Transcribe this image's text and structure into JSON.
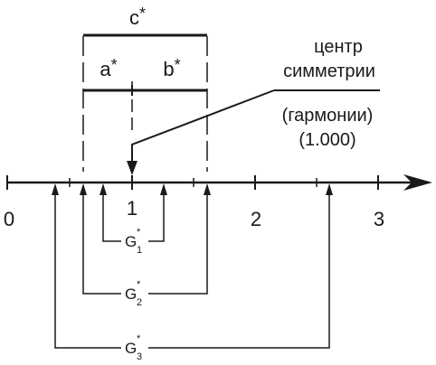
{
  "axis": {
    "ticks": [
      {
        "value": 0,
        "label": "0"
      },
      {
        "value": 1,
        "label": "1"
      },
      {
        "value": 2,
        "label": "2"
      },
      {
        "value": 3,
        "label": "3"
      }
    ],
    "minor_ticks": [
      0.5,
      1.5,
      2.5
    ]
  },
  "segments": {
    "c_label": "c",
    "a_label": "a",
    "b_label": "b",
    "star": "*"
  },
  "callout": {
    "line1": "центр",
    "line2": "симметрии",
    "line3": "(гармонии)",
    "line4": "(1.000)"
  },
  "brackets": [
    {
      "name": "G",
      "sub": "1",
      "star": "*"
    },
    {
      "name": "G",
      "sub": "2",
      "star": "*"
    },
    {
      "name": "G",
      "sub": "3",
      "star": "*"
    }
  ],
  "colors": {
    "ink": "#1a1a1a",
    "background": "#ffffff"
  }
}
